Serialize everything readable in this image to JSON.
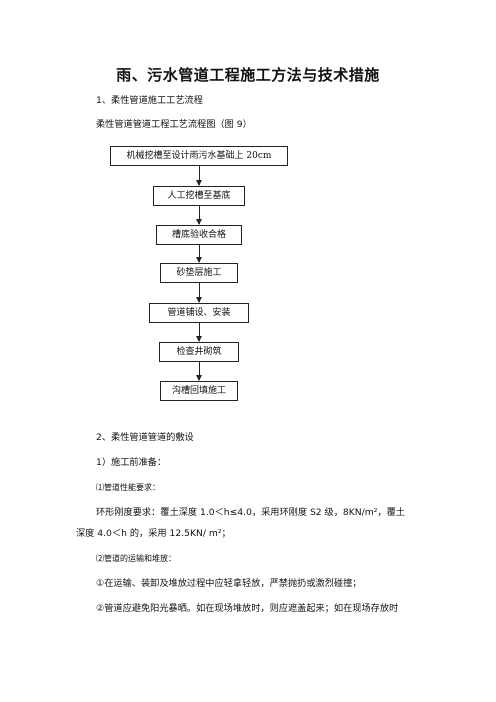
{
  "doc": {
    "title": "雨、污水管道工程施工方法与技术措施",
    "s1_heading": "1、柔性管道施工工艺流程",
    "s1_caption": "柔性管道管道工程工艺流程图（图 9）",
    "flow": [
      "机械挖槽至设计雨污水基础上 20cm",
      "人工挖槽至基底",
      "槽底验收合格",
      "砂垫层施工",
      "管道铺设、安装",
      "检查井砌筑",
      "沟槽回填施工"
    ],
    "s2_heading": "2、柔性管道管道的敷设",
    "s2_sub1": "1）施工前准备：",
    "item1": "⑴管道性能要求：",
    "para1_line1": "环形刚度要求：覆土深度 1.0＜h≤4.0，采用环刚度 S2 级，8KN/m²，覆土",
    "para1_line2": "深度 4.0＜h 的，采用 12.5KN/ m²；",
    "item2": "⑵管道的运输和堆放：",
    "list_a": "①在运输、装卸及堆放过程中应轻拿轻放，严禁抛扔或激烈碰撞；",
    "list_b": "②管道应避免阳光暴晒。如在现场堆放时，则应遮盖起来；如在现场存放时"
  }
}
